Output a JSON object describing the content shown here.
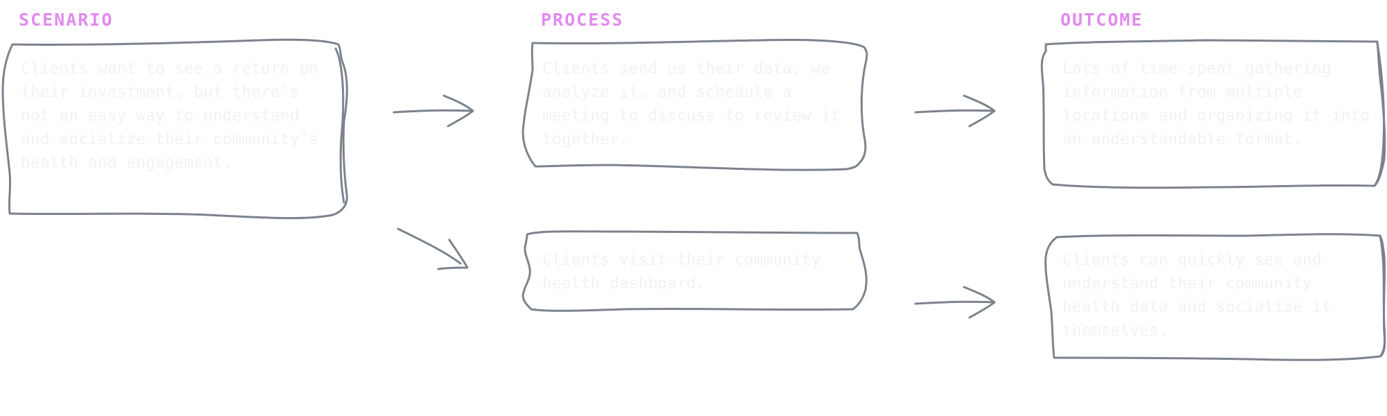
{
  "colors": {
    "heading": "#e28aef",
    "stroke": "#7b838c",
    "faded_text": "#f2f2f3",
    "background": "#ffffff"
  },
  "columns": {
    "scenario": "SCENARIO",
    "process": "PROCESS",
    "outcome": "OUTCOME"
  },
  "boxes": {
    "scenario_1": "Clients want to see a return on their investment, but there's not an easy way to understand and socialize their community's health and engagement.",
    "process_1": "Clients send us their data, we analyze it, and schedule a meeting to discuss to review it together.",
    "process_2": "Clients visit their community health dashboard.",
    "outcome_1": "Lots of time spent gathering information from multiple locations and organizing it into an understandable format.",
    "outcome_2": "Clients can quickly see and understand their community health data and socialize it themselves."
  }
}
